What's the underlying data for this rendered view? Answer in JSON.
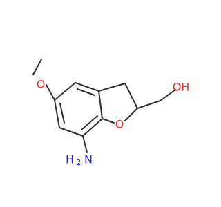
{
  "molecule": {
    "atoms": {
      "methoxy_o": "O",
      "ring_o": "O",
      "hydroxyl_oh": "OH",
      "amine_n": "N",
      "amine_h2": "H",
      "amine_sub": "2"
    },
    "colors": {
      "bond": "#2f2f2f",
      "oxygen": "#ff1f1f",
      "nitrogen": "#2424ff",
      "background": "#ffffff"
    }
  }
}
